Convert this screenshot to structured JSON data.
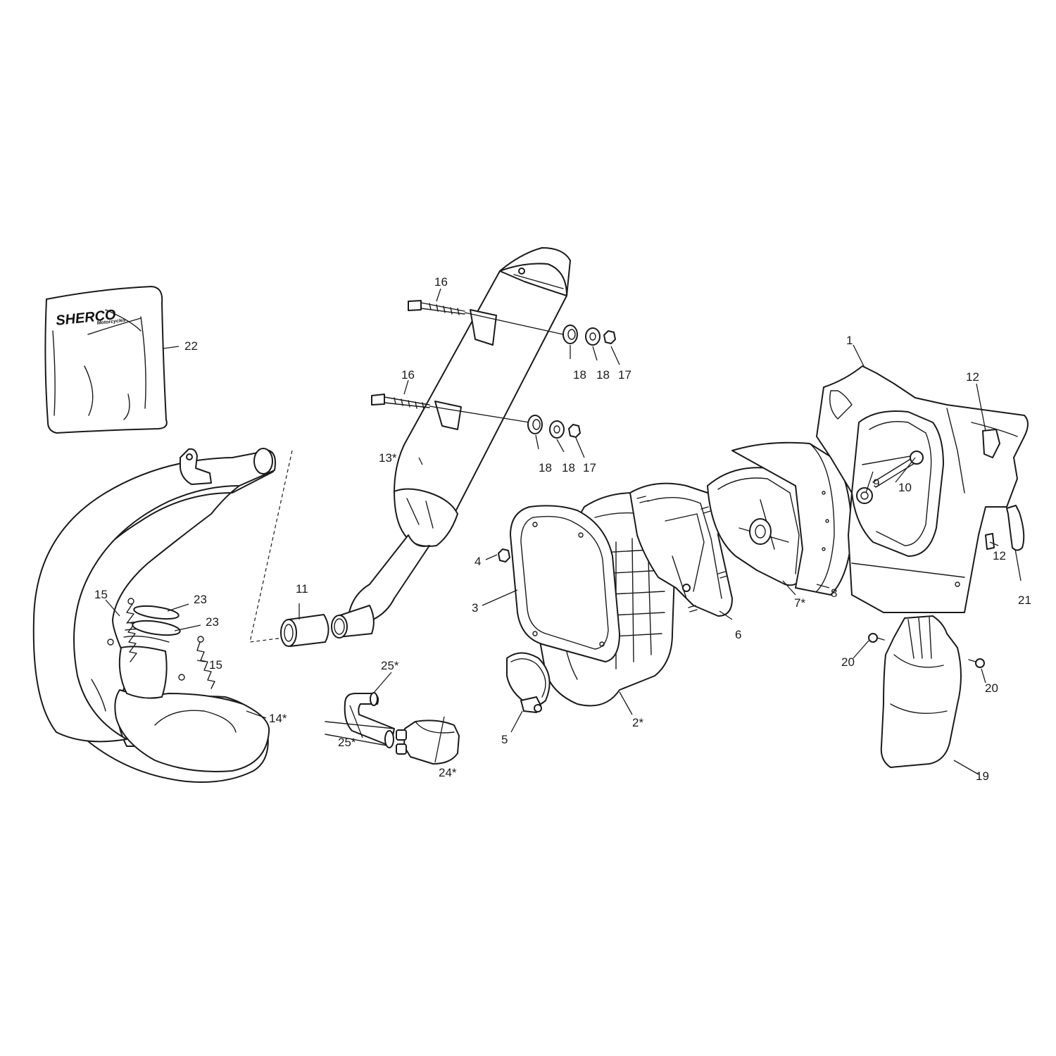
{
  "brand": {
    "logo_text": "SHERCO",
    "logo_sub": "Motorcycles"
  },
  "callouts": [
    {
      "id": "c1",
      "label": "1"
    },
    {
      "id": "c2",
      "label": "2*"
    },
    {
      "id": "c3",
      "label": "3"
    },
    {
      "id": "c4",
      "label": "4"
    },
    {
      "id": "c5",
      "label": "5"
    },
    {
      "id": "c6",
      "label": "6"
    },
    {
      "id": "c7",
      "label": "7*"
    },
    {
      "id": "c8",
      "label": "8"
    },
    {
      "id": "c9",
      "label": "9"
    },
    {
      "id": "c10",
      "label": "10"
    },
    {
      "id": "c11",
      "label": "11"
    },
    {
      "id": "c12a",
      "label": "12"
    },
    {
      "id": "c12b",
      "label": "12"
    },
    {
      "id": "c13",
      "label": "13*"
    },
    {
      "id": "c14",
      "label": "14*"
    },
    {
      "id": "c15a",
      "label": "15"
    },
    {
      "id": "c15b",
      "label": "15"
    },
    {
      "id": "c16a",
      "label": "16"
    },
    {
      "id": "c16b",
      "label": "16"
    },
    {
      "id": "c17a",
      "label": "17"
    },
    {
      "id": "c17b",
      "label": "17"
    },
    {
      "id": "c18a",
      "label": "18"
    },
    {
      "id": "c18b",
      "label": "18"
    },
    {
      "id": "c18c",
      "label": "18"
    },
    {
      "id": "c18d",
      "label": "18"
    },
    {
      "id": "c19",
      "label": "19"
    },
    {
      "id": "c20a",
      "label": "20"
    },
    {
      "id": "c20b",
      "label": "20"
    },
    {
      "id": "c21",
      "label": "21"
    },
    {
      "id": "c22",
      "label": "22"
    },
    {
      "id": "c23a",
      "label": "23"
    },
    {
      "id": "c23b",
      "label": "23"
    },
    {
      "id": "c24",
      "label": "24*"
    },
    {
      "id": "c25a",
      "label": "25*"
    },
    {
      "id": "c25b",
      "label": "25*"
    }
  ]
}
